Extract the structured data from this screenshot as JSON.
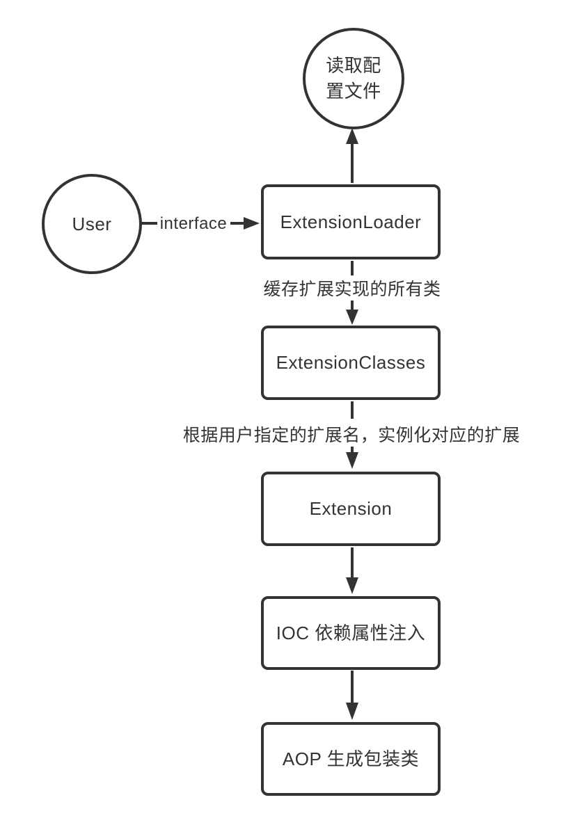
{
  "diagram": {
    "nodes": {
      "read_config": {
        "shape": "circle",
        "label": "读取配置文件"
      },
      "user": {
        "shape": "circle",
        "label": "User"
      },
      "extension_loader": {
        "shape": "rect",
        "label": "ExtensionLoader"
      },
      "extension_classes": {
        "shape": "rect",
        "label": "ExtensionClasses"
      },
      "extension": {
        "shape": "rect",
        "label": "Extension"
      },
      "ioc": {
        "shape": "rect",
        "label": "IOC 依赖属性注入"
      },
      "aop": {
        "shape": "rect",
        "label": "AOP 生成包装类"
      }
    },
    "edge_labels": {
      "interface": "interface",
      "cache_classes": "缓存扩展实现的所有类",
      "instantiate": "根据用户指定的扩展名，实例化对应的扩展"
    },
    "edges": [
      {
        "from": "extension_loader",
        "to": "read_config",
        "direction": "up"
      },
      {
        "from": "user",
        "to": "extension_loader",
        "direction": "right",
        "label": "interface"
      },
      {
        "from": "extension_loader",
        "to": "extension_classes",
        "direction": "down",
        "label": "缓存扩展实现的所有类"
      },
      {
        "from": "extension_classes",
        "to": "extension",
        "direction": "down",
        "label": "根据用户指定的扩展名，实例化对应的扩展"
      },
      {
        "from": "extension",
        "to": "ioc",
        "direction": "down"
      },
      {
        "from": "ioc",
        "to": "aop",
        "direction": "down"
      }
    ],
    "colors": {
      "stroke": "#333333",
      "text": "#333333",
      "background": "#ffffff"
    }
  }
}
